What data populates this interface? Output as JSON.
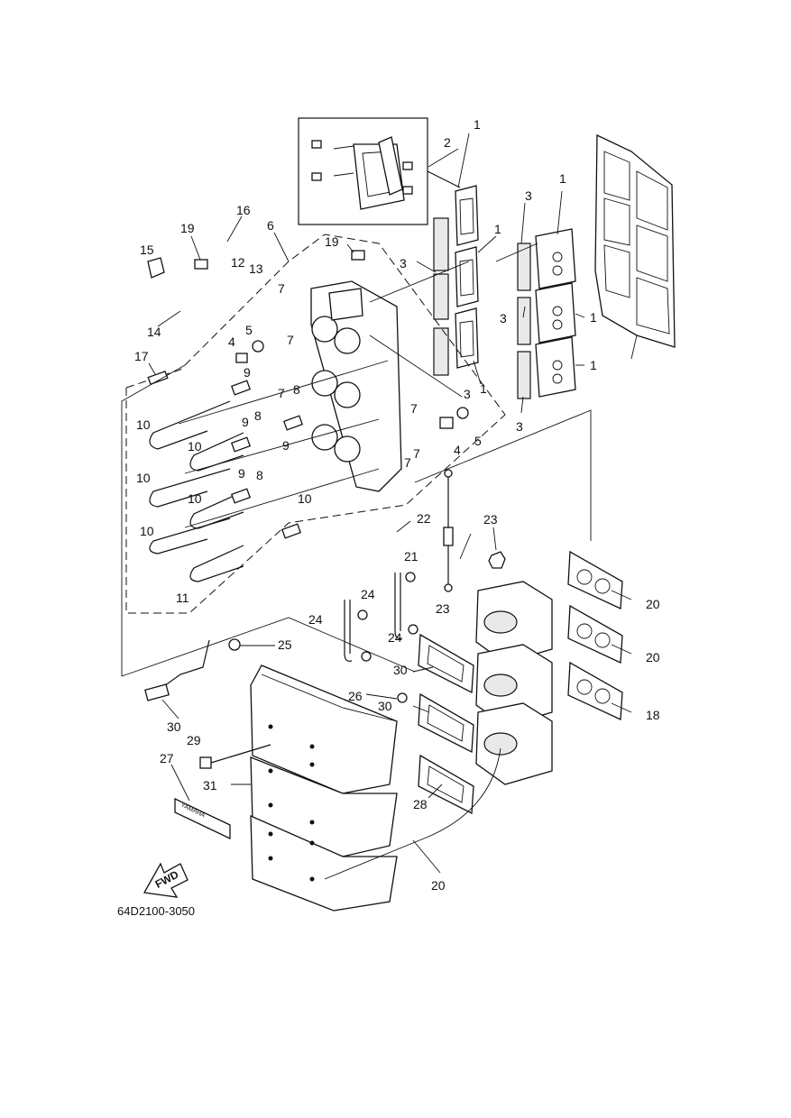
{
  "diagram": {
    "code": "64D2100-3050",
    "fwd_label": "FWD",
    "decal_text": "YAMAHA",
    "callouts": [
      "1",
      "2",
      "1",
      "3",
      "1",
      "3",
      "3",
      "1",
      "3",
      "1",
      "3",
      "1",
      "3",
      "16",
      "6",
      "19",
      "19",
      "15",
      "12",
      "13",
      "14",
      "7",
      "7",
      "7",
      "7",
      "7",
      "7",
      "5",
      "4",
      "4",
      "5",
      "17",
      "9",
      "8",
      "9",
      "8",
      "9",
      "8",
      "9",
      "10",
      "10",
      "10",
      "10",
      "10",
      "10",
      "11",
      "22",
      "21",
      "23",
      "24",
      "23",
      "24",
      "24",
      "26",
      "25",
      "30",
      "30",
      "30",
      "28",
      "27",
      "31",
      "29",
      "20",
      "20",
      "20",
      "18"
    ]
  }
}
